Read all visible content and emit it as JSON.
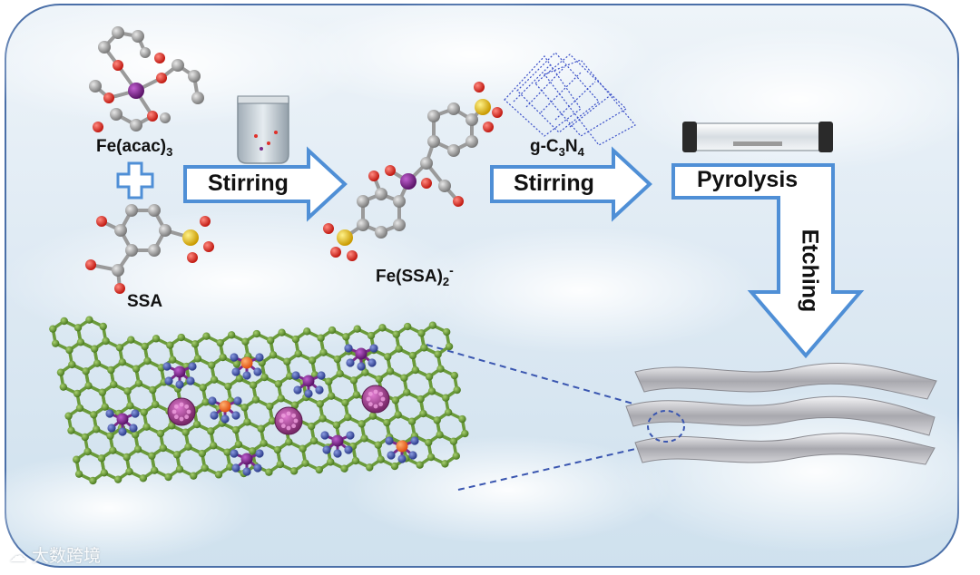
{
  "labels": {
    "fe_acac": "Fe(acac)",
    "fe_acac_sub": "3",
    "ssa": "SSA",
    "stirring_1": "Stirring",
    "fe_ssa": "Fe(SSA)",
    "fe_ssa_sub": "2",
    "fe_ssa_sup": "-",
    "g_c3n4_a": "g-C",
    "g_c3n4_sub1": "3",
    "g_c3n4_b": "N",
    "g_c3n4_sub2": "4",
    "stirring_2": "Stirring",
    "pyrolysis": "Pyrolysis",
    "etching": "Etching"
  },
  "watermark": {
    "text": "大数跨境",
    "icon": "cloud-logo-icon"
  },
  "colors": {
    "arrow_fill": "#ffffff",
    "arrow_stroke": "#4f8fd6",
    "frame_stroke": "#4a6fa8",
    "carbon_green": "#6a9a3a",
    "nitrogen_blue": "#4b5fae",
    "iron_purple": "#7a2a8a",
    "iron_orange": "#f06a1e",
    "oxygen_red": "#e0302a",
    "sulfur_yellow": "#e8c21a",
    "carbon_grey": "#a0a0a0",
    "sheet_blue": "#3a4fc8"
  }
}
